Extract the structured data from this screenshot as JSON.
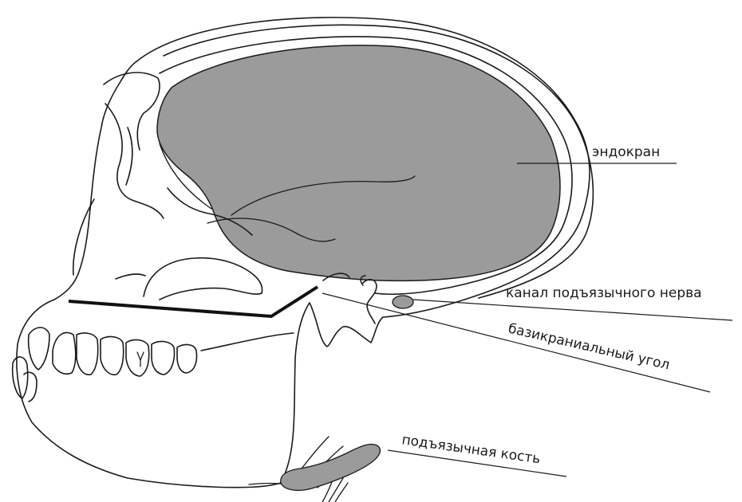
{
  "labels": {
    "endocranium": "эндокран",
    "hypoglossal_canal": "канал подъязычного нерва",
    "basicranial_angle": "базикраниальный угол",
    "hyoid_bone": "подъязычная кость"
  },
  "colors": {
    "endocranium_fill": "#9b9b9b",
    "hyoid_fill": "#9b9b9b",
    "outline": "#1a1a1a",
    "background": "#ffffff"
  }
}
